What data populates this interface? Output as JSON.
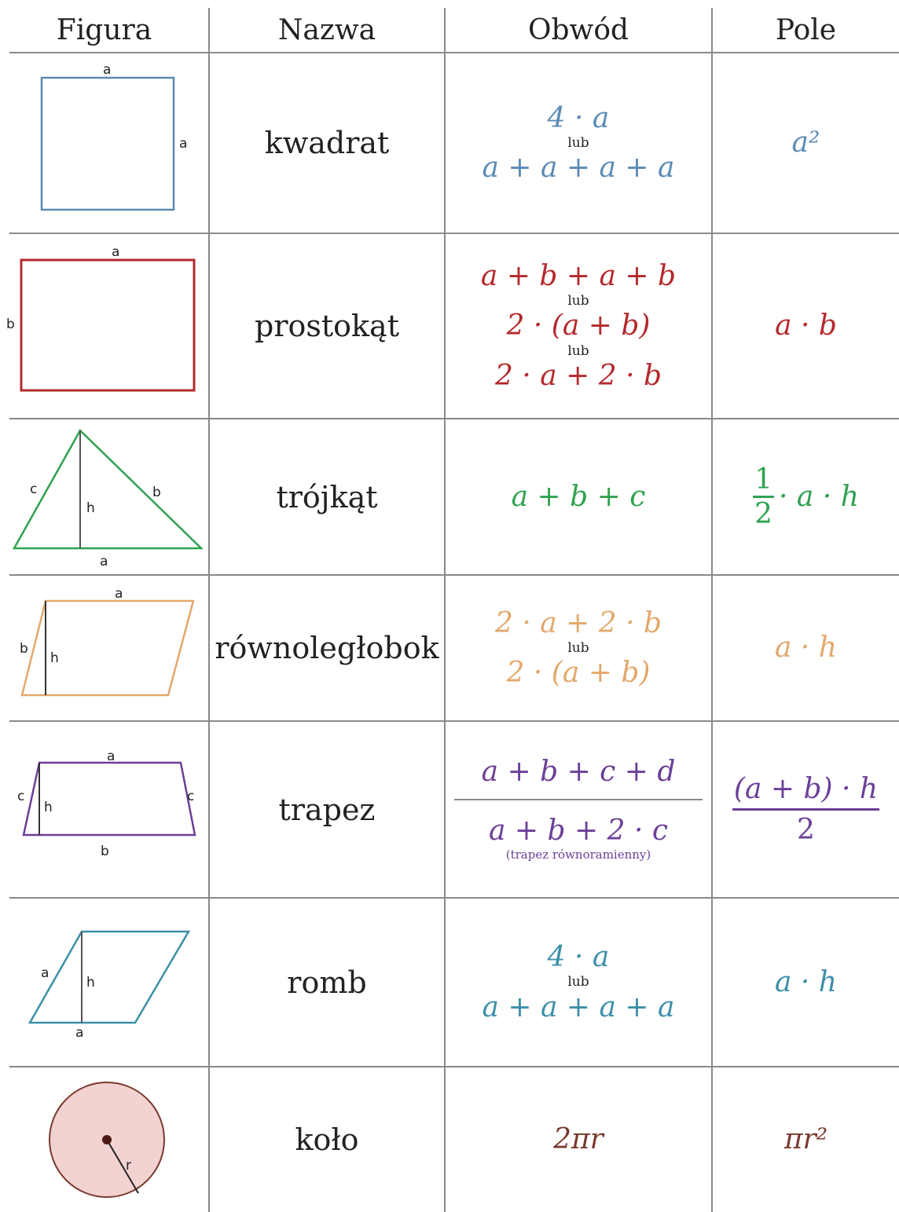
{
  "headers": {
    "figure": "Figura",
    "name": "Nazwa",
    "perimeter": "Obwód",
    "area": "Pole"
  },
  "colors": {
    "square": "#5b8bb5",
    "rectangle": "#b5292c",
    "triangle": "#2fa24f",
    "parallelogram": "#e3a86c",
    "trapezoid": "#6b3f98",
    "rhombus": "#3d8fa8",
    "circle_fill": "#f3d2d2",
    "circle_stroke": "#7a3b2e",
    "grid_lines": "#8a8a8a"
  },
  "rows": [
    {
      "name": "kwadrat",
      "labels": [
        "a",
        "a"
      ],
      "perimeter": [
        "4 · a",
        "lub",
        "a + a + a + a"
      ],
      "area": "a²"
    },
    {
      "name": "prostokąt",
      "labels": [
        "a",
        "b"
      ],
      "perimeter": [
        "a + b + a + b",
        "lub",
        "2 · (a + b)",
        "lub",
        "2 · a + 2 · b"
      ],
      "area": "a · b"
    },
    {
      "name": "trójkąt",
      "labels": [
        "c",
        "h",
        "b",
        "a"
      ],
      "perimeter": [
        "a + b + c"
      ],
      "area": {
        "num": "1",
        "den": "2",
        "rest": "· a · h"
      }
    },
    {
      "name": "równoległobok",
      "labels": [
        "a",
        "b",
        "h"
      ],
      "perimeter": [
        "2 · a + 2 · b",
        "lub",
        "2 · (a + b)"
      ],
      "area": "a · h"
    },
    {
      "name": "trapez",
      "labels": [
        "a",
        "c",
        "h",
        "c",
        "b"
      ],
      "perimeter": {
        "top": "a + b + c + d",
        "bottom": "a + b + 2 · c",
        "note": "(trapez równoramienny)"
      },
      "area": {
        "num": "(a + b) · h",
        "den": "2"
      }
    },
    {
      "name": "romb",
      "labels": [
        "a",
        "h",
        "a"
      ],
      "perimeter": [
        "4 · a",
        "lub",
        "a + a + a + a"
      ],
      "area": "a · h"
    },
    {
      "name": "koło",
      "labels": [
        "r"
      ],
      "perimeter": [
        "2πr"
      ],
      "area": "πr²"
    }
  ]
}
